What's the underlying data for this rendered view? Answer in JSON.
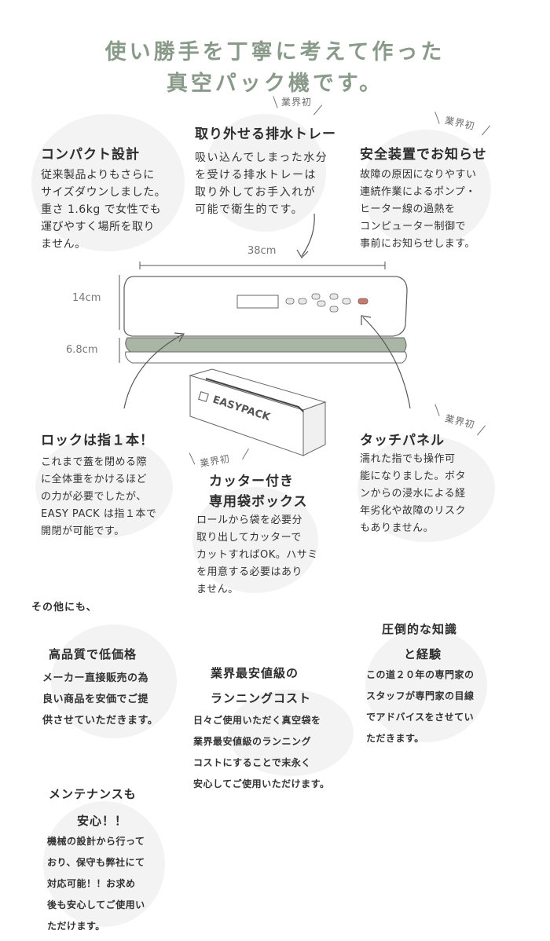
{
  "headline": {
    "line1": "使い勝手を丁寧に考えて作った",
    "line2": "真空パック機です。"
  },
  "tag_text": "業界初",
  "features": {
    "compact": {
      "title": "コンパクト設計",
      "body": "従来製品よりもさらに\nサイズダウンしました。\n重さ 1.6kg で女性でも\n運びやすく場所を取り\nません。"
    },
    "tray": {
      "title": "取り外せる排水トレー",
      "body": "吸い込んでしまった水分\nを受ける排水トレーは\n取り外してお手入れが\n可能で衛生的です。"
    },
    "safety": {
      "title": "安全装置でお知らせ",
      "body": "故障の原因になりやすい\n連続作業によるポンプ・\nヒーター線の過熱を\nコンピューター制御で\n事前にお知らせします。"
    },
    "lock": {
      "title": "ロックは指１本！",
      "body": "これまで蓋を閉める際\nに全体重をかけるほど\nの力が必要でしたが、\nEASY PACK は指１本で\n開閉が可能です。"
    },
    "cutter": {
      "title_line1": "カッター付き",
      "title_line2": "専用袋ボックス",
      "body": "ロールから袋を必要分\n取り出してカッターで\nカットすればOK。ハサミ\nを用意する必要はあり\nません。"
    },
    "touch": {
      "title": "タッチパネル",
      "body": "濡れた指でも操作可\n能になりました。ボタ\nンからの浸水による経\n年劣化や故障のリスク\nもありません。"
    }
  },
  "dimensions": {
    "width": "38cm",
    "height": "14cm",
    "depth": "6.8cm"
  },
  "box_brand": "EASYPACK",
  "other_label": "その他にも、",
  "others": {
    "quality": {
      "title": "高品質で低価格",
      "body": "メーカー直接販売の為\n良い商品を安価でご提\n供させていただきます。"
    },
    "running": {
      "title_line1": "業界最安値級の",
      "title_line2": "ランニングコスト",
      "body": "日々ご使用いただく真空袋を\n業界最安値級のランニング\nコストにすることで末永く\n安心してご使用いただけます。"
    },
    "knowledge": {
      "title_line1": "圧倒的な知識",
      "title_line2": "と経験",
      "body": "この道２０年の専門家の\nスタッフが専門家の目線\nでアドバイスをさせてい\nただきます。"
    },
    "maintenance": {
      "title_line1": "メンテナンスも",
      "title_line2": "安心！！",
      "body": "機械の設計から行って\nおり、保守も弊社にて\n対応可能！！お求め\n後も安心してご使用い\nただけます。"
    }
  },
  "colors": {
    "headline": "#8a9a8a",
    "blob": "#f2f3f2",
    "accent_button": "#c97a6a"
  }
}
